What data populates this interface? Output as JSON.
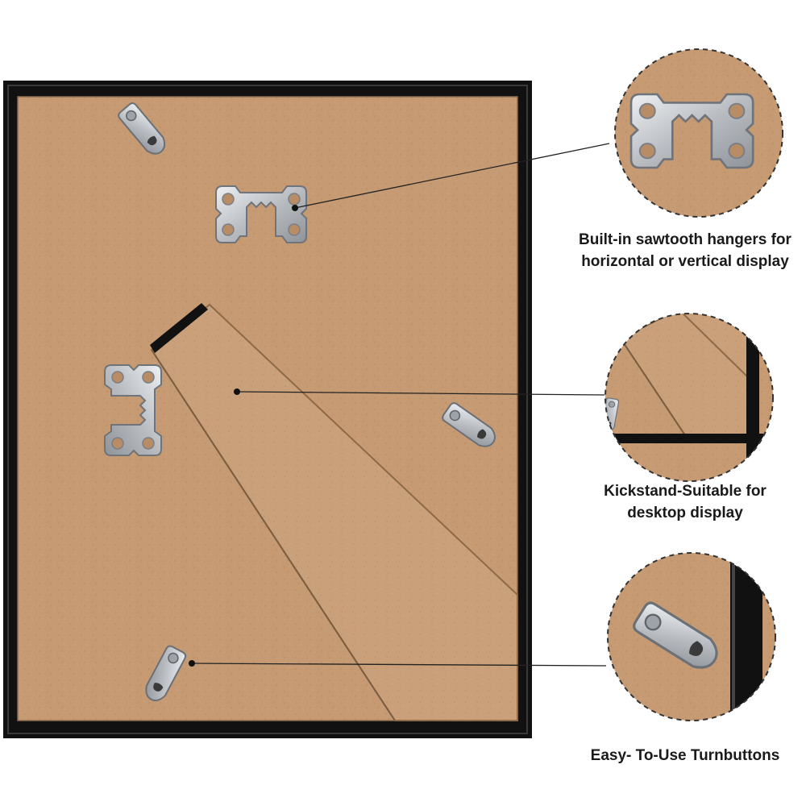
{
  "features": {
    "hangers": {
      "line1": "Built-in sawtooth hangers for",
      "line2": "horizontal or vertical display"
    },
    "kickstand": {
      "line1": "Kickstand-Suitable for",
      "line2": "desktop  display"
    },
    "turnbuttons": {
      "line1": "Easy- To-Use Turnbuttons"
    }
  },
  "colors": {
    "frame": "#111111",
    "backing_board": "#c69a72",
    "kickstand": "#c9a07a",
    "metal": "#c9ccd0",
    "callout_line": "#222222",
    "dashed_circle": "#333333"
  },
  "icons": [
    "sawtooth-hanger-icon",
    "turnbutton-clip-icon",
    "kickstand-hinge-icon"
  ]
}
